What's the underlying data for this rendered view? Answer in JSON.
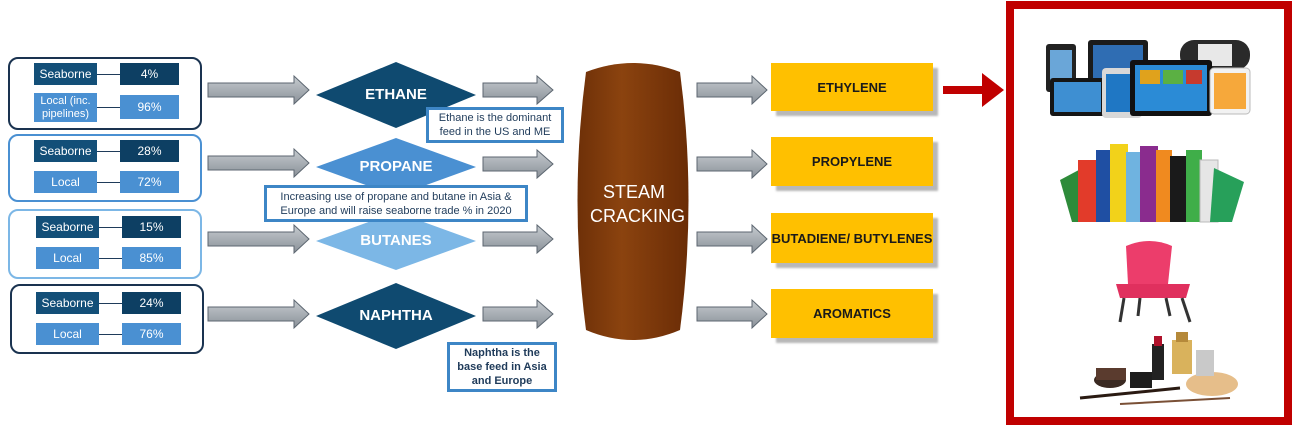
{
  "feeds": [
    {
      "name": "ETHANE",
      "rows": [
        {
          "label": "Seaborne",
          "value": "4%"
        },
        {
          "label": "Local (inc. pipelines)",
          "value": "96%"
        }
      ]
    },
    {
      "name": "PROPANE",
      "rows": [
        {
          "label": "Seaborne",
          "value": "28%"
        },
        {
          "label": "Local",
          "value": "72%"
        }
      ]
    },
    {
      "name": "BUTANES",
      "rows": [
        {
          "label": "Seaborne",
          "value": "15%"
        },
        {
          "label": "Local",
          "value": "85%"
        }
      ]
    },
    {
      "name": "NAPHTHA",
      "rows": [
        {
          "label": "Seaborne",
          "value": "24%"
        },
        {
          "label": "Local",
          "value": "76%"
        }
      ]
    }
  ],
  "notes": {
    "ethane": "Ethane is the dominant feed in the US and ME",
    "propane_butane": "Increasing use of propane and butane in Asia & Europe and will raise seaborne trade % in 2020",
    "naphtha": "Naphtha is the base feed in Asia and Europe"
  },
  "process": {
    "label": "STEAM CRACKING"
  },
  "products": [
    "ETHYLENE",
    "PROPYLENE",
    "BUTADIENE/ BUTYLENES",
    "AROMATICS"
  ],
  "end_uses": [
    "electronics-devices",
    "plastic-tubes",
    "plastic-chair",
    "cosmetics"
  ],
  "colors": {
    "dark_navy": "#0d4a73",
    "mid_blue": "#4a90d2",
    "light_blue": "#7cb7e6",
    "gold": "#ffc000",
    "brown": "#843c0c",
    "red": "#c00000",
    "grey_arrow": "#9ea5ad"
  }
}
